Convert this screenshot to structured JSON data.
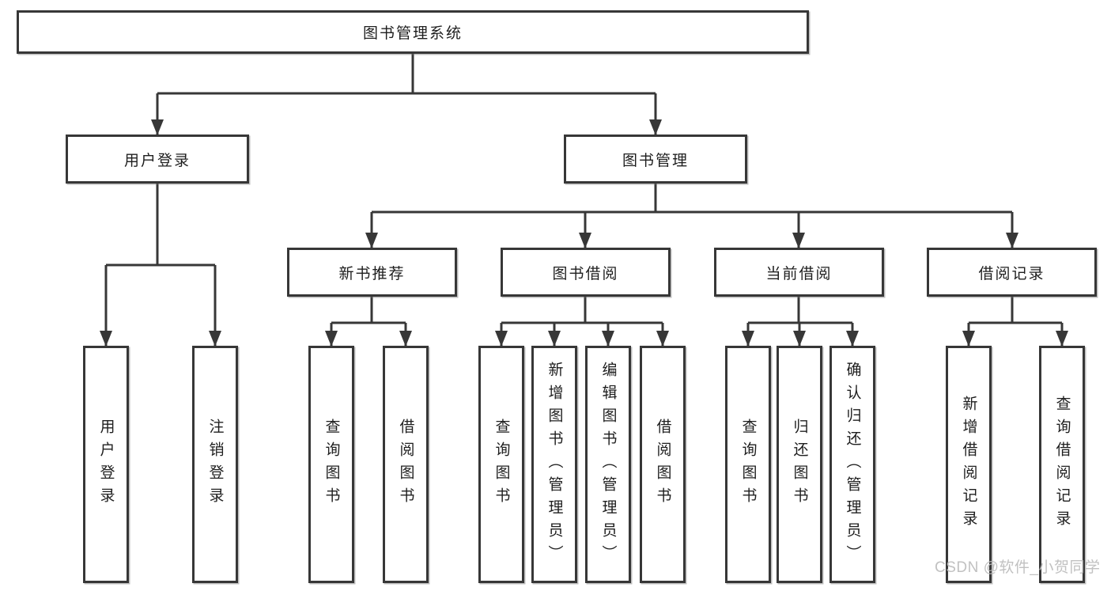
{
  "diagram_type": "functional-decomposition-tree",
  "tree": {
    "label": "图书管理系统",
    "children": [
      {
        "label": "用户登录",
        "children": [
          {
            "label": "用户登录"
          },
          {
            "label": "注销登录"
          }
        ]
      },
      {
        "label": "图书管理",
        "children": [
          {
            "label": "新书推荐",
            "children": [
              {
                "label": "查询图书"
              },
              {
                "label": "借阅图书"
              }
            ]
          },
          {
            "label": "图书借阅",
            "children": [
              {
                "label": "查询图书"
              },
              {
                "label": "新增图书（管理员）"
              },
              {
                "label": "编辑图书（管理员）"
              },
              {
                "label": "借阅图书"
              }
            ]
          },
          {
            "label": "当前借阅",
            "children": [
              {
                "label": "查询图书"
              },
              {
                "label": "归还图书"
              },
              {
                "label": "确认归还（管理员）"
              }
            ]
          },
          {
            "label": "借阅记录",
            "children": [
              {
                "label": "新增借阅记录"
              },
              {
                "label": "查询借阅记录"
              }
            ]
          }
        ]
      }
    ]
  },
  "watermark": {
    "text": "CSDN @软件_小贺同学"
  },
  "colors": {
    "line": "#373737",
    "text": "#1e1e1e",
    "watermark": "#bcbcbc",
    "background": "#ffffff"
  }
}
